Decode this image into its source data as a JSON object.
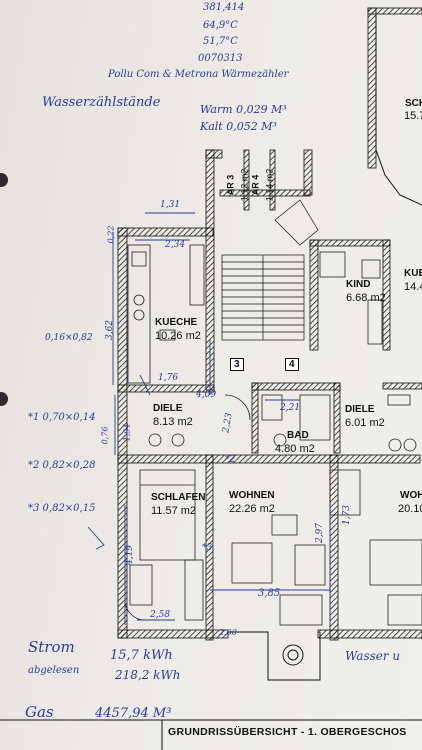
{
  "handwritten": {
    "top_line1": "381,414",
    "top_line2": "64,9°C",
    "top_line3": "51,7°C",
    "top_line4": "0070313",
    "meter_brand": "Pollu Com & Metrona Wärmezähler",
    "water_title": "Wasserzählstände",
    "water_warm": "Warm 0,029 M³",
    "water_cold": "Kalt 0,052 M³",
    "dim_1_31": "1,31",
    "dim_2_34": "2,34",
    "dim_0_22": "0,22",
    "dim_3_62": "3,62",
    "dim_0_16x0_82": "0,16×0,82",
    "dim_1_76": "1,76",
    "dim_1_94": "1,94",
    "dim_0_76": "0,76",
    "dim_4_09": "4,09",
    "dim_2_23": "2,23",
    "dim_2_21": "2,21",
    "note1": "*1 0,70×0,14",
    "note2": "*2 0,82×0,28",
    "note3": "*3 0,82×0,15",
    "star3": "*3",
    "star2": "*2",
    "dim_4_19": "4,19",
    "dim_2_58": "2,58",
    "dim_3_85": "3,85",
    "dim_2_97": "2,97",
    "dim_1_73": "1,73",
    "dim_2_00": "2,00",
    "strom": "Strom",
    "strom_sub": "abgelesen",
    "strom_val1": "15,7 kWh",
    "strom_val2": "218,2 kWh",
    "gas": "Gas",
    "gas_val": "4457,94 M³",
    "wasser": "Wasser u"
  },
  "rooms": {
    "schlafen_top": "SCH",
    "schlafen_top_area": "15.7",
    "ar3": "AR 3",
    "ar3_area": "1.12 m2",
    "ar4": "AR 4",
    "ar4_area": "1.14 m2",
    "kind": "KIND",
    "kind_area": "6.68 m2",
    "kueche_right": "KUECH",
    "kueche_right_area": "14.4",
    "kueche": "KUECHE",
    "kueche_area": "10.26 m2",
    "marker3": "3",
    "marker4": "4",
    "diele_left": "DIELE",
    "diele_left_area": "8.13 m2",
    "bad": "BAD",
    "bad_area": "4.80 m2",
    "diele_right": "DIELE",
    "diele_right_area": "6.01 m2",
    "schlafen": "SCHLAFEN",
    "schlafen_area": "11.57 m2",
    "wohnen": "WOHNEN",
    "wohnen_area": "22.26 m2",
    "wohnen_right": "WOHN",
    "wohnen_right_area": "20.10"
  },
  "footer": {
    "title": "GRUNDRISSÜBERSICHT - 1. OBERGESCHOS"
  }
}
